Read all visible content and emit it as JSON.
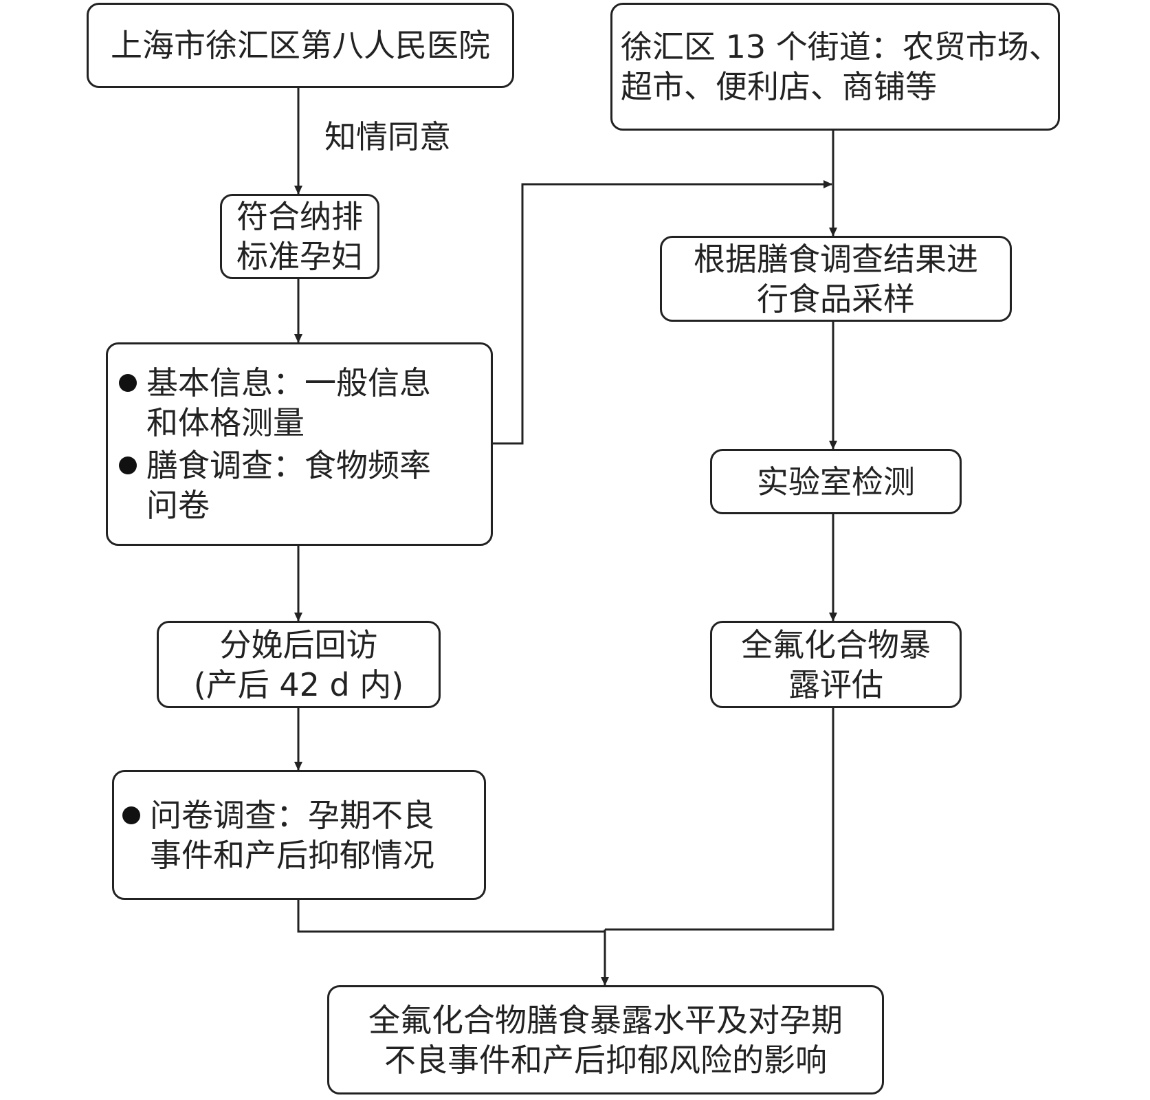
{
  "nodes": {
    "hospital": {
      "lines": [
        "上海市徐汇区第八人民医院"
      ]
    },
    "streets": {
      "lines": [
        "徐汇区 13 个街道：农贸市场、",
        "超市、便利店、商铺等"
      ]
    },
    "eligible": {
      "lines": [
        "符合纳排",
        "标准孕妇"
      ]
    },
    "baseline": {
      "bullets": [
        {
          "lines": [
            "基本信息：一般信息",
            "和体格测量"
          ]
        },
        {
          "lines": [
            "膳食调查：食物频率",
            "问卷"
          ]
        }
      ]
    },
    "sampling": {
      "lines": [
        "根据膳食调查结果进",
        "行食品采样"
      ]
    },
    "lab": {
      "lines": [
        "实验室检测"
      ]
    },
    "followup": {
      "lines": [
        "分娩后回访",
        "(产后 42 d 内)"
      ]
    },
    "exposure": {
      "lines": [
        "全氟化合物暴",
        "露评估"
      ]
    },
    "questionnaire": {
      "bullets": [
        {
          "lines": [
            "问卷调查：孕期不良",
            "事件和产后抑郁情况"
          ]
        }
      ]
    },
    "outcome": {
      "lines": [
        "全氟化合物膳食暴露水平及对孕期",
        "不良事件和产后抑郁风险的影响"
      ]
    }
  },
  "edge_labels": {
    "consent": "知情同意"
  }
}
